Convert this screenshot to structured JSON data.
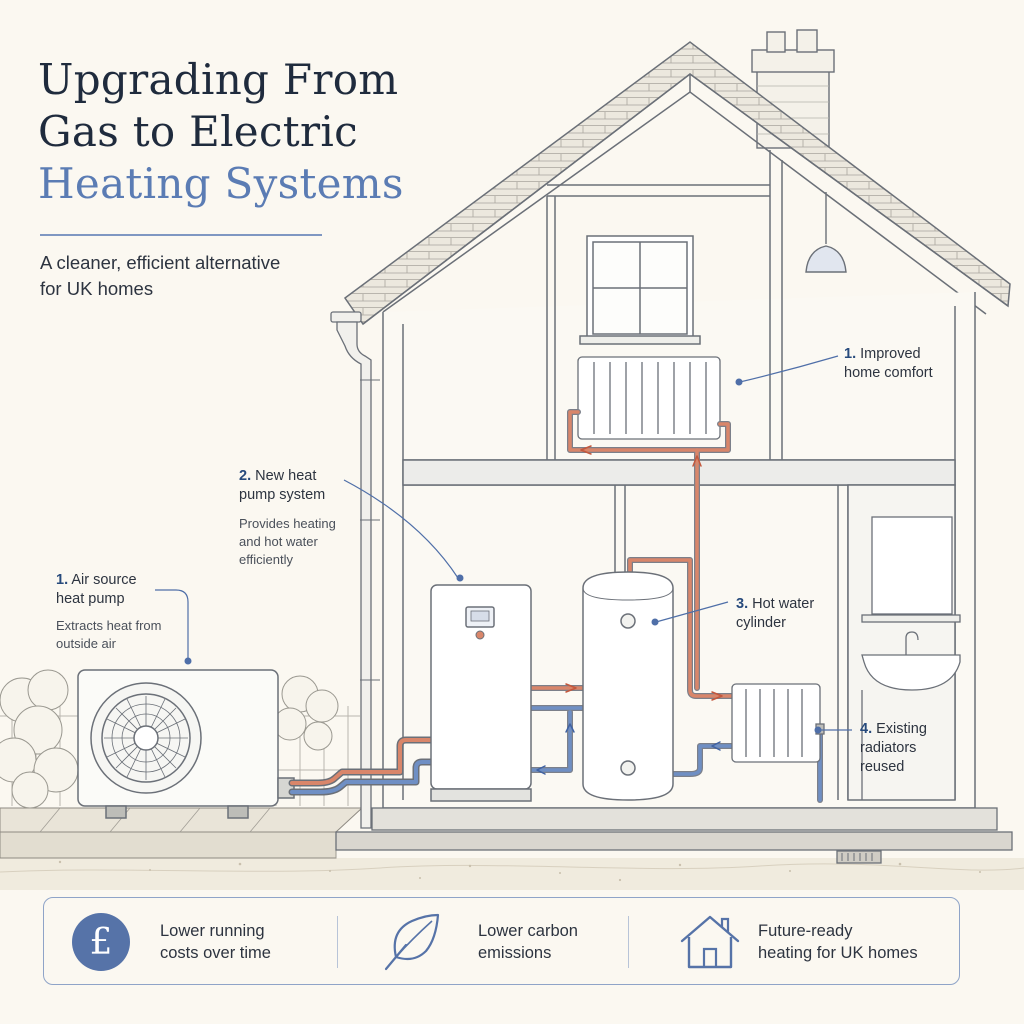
{
  "title": {
    "line1": "Upgrading From",
    "line2": "Gas to Electric",
    "line3": "Heating Systems"
  },
  "subtitle": {
    "line1": "A cleaner, efficient alternative",
    "line2": "for UK homes"
  },
  "callouts": {
    "air_source": {
      "num": "1.",
      "name_line1": "Air source",
      "name_line2": "heat pump",
      "desc_line1": "Extracts heat from",
      "desc_line2": "outside air"
    },
    "heat_pump_system": {
      "num": "2.",
      "name_line1": "New heat",
      "name_line2": "pump system",
      "desc_line1": "Provides heating",
      "desc_line2": "and hot water",
      "desc_line3": "efficiently"
    },
    "hot_water": {
      "num": "3.",
      "name_line1": "Hot water",
      "name_line2": "cylinder"
    },
    "radiators": {
      "num": "4.",
      "name_line1": "Existing",
      "name_line2": "radiators",
      "name_line3": "reused"
    },
    "comfort": {
      "num": "1.",
      "name_line1": "Improved",
      "name_line2": "home comfort"
    }
  },
  "benefits": [
    {
      "icon": "pound-coin-icon",
      "icon_text": "£",
      "line1": "Lower running",
      "line2": "costs over time"
    },
    {
      "icon": "leaf-icon",
      "line1": "Lower carbon",
      "line2": "emissions"
    },
    {
      "icon": "house-icon",
      "line1": "Future-ready",
      "line2": "heating for UK homes"
    }
  ],
  "colors": {
    "accent": "#5b7cb4",
    "title": "#1f2b3d",
    "hot_pipe": "#d9866a",
    "cold_pipe": "#6f8fc4",
    "line": "#6b7078",
    "background": "#fbf8f1"
  }
}
